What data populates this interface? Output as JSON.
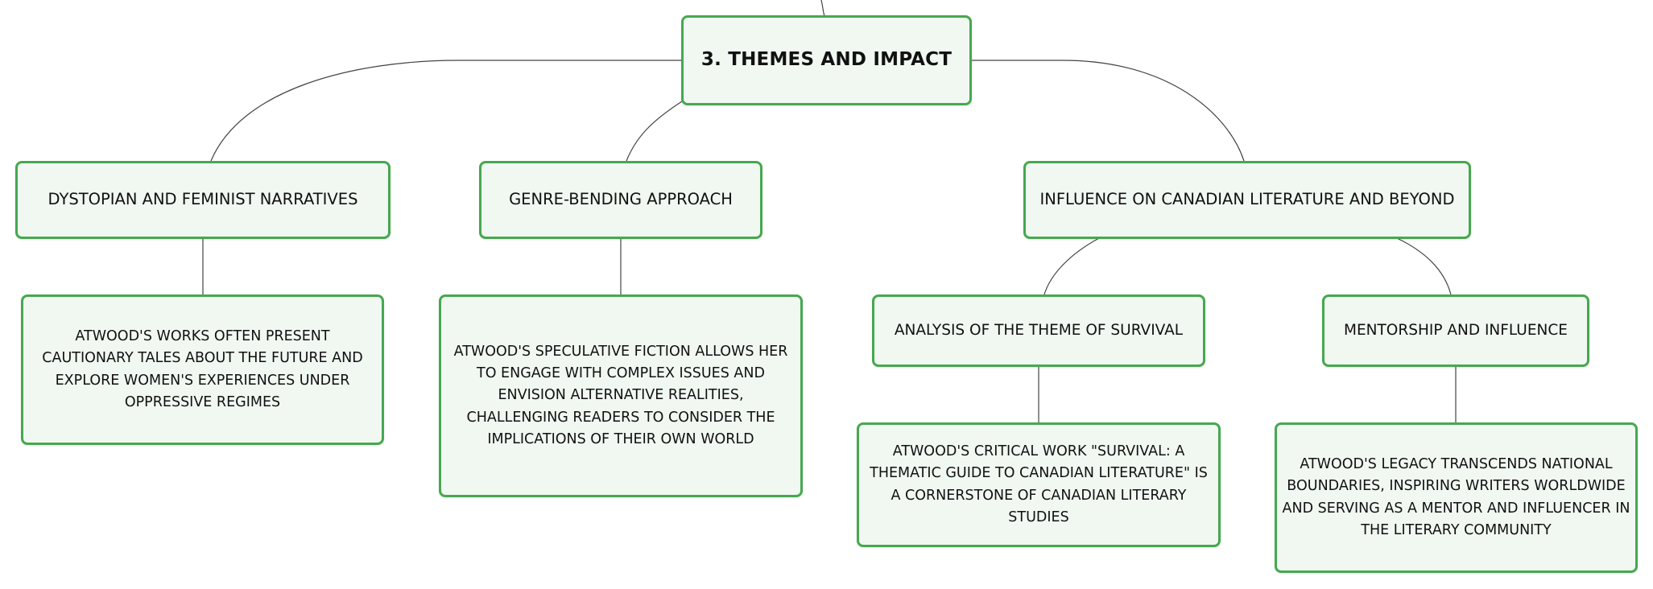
{
  "mindmap": {
    "root": {
      "label": "3. THEMES AND IMPACT"
    },
    "branches": [
      {
        "label": "DYSTOPIAN AND FEMINIST NARRATIVES",
        "detail": "ATWOOD'S WORKS OFTEN PRESENT CAUTIONARY TALES ABOUT THE FUTURE AND EXPLORE WOMEN'S EXPERIENCES UNDER OPPRESSIVE REGIMES"
      },
      {
        "label": "GENRE-BENDING APPROACH",
        "detail": "ATWOOD'S SPECULATIVE FICTION ALLOWS HER TO ENGAGE WITH COMPLEX ISSUES AND ENVISION ALTERNATIVE REALITIES, CHALLENGING READERS TO CONSIDER THE IMPLICATIONS OF THEIR OWN WORLD"
      },
      {
        "label": "INFLUENCE ON CANADIAN LITERATURE AND BEYOND",
        "children": [
          {
            "label": "ANALYSIS OF THE THEME OF SURVIVAL",
            "detail": "ATWOOD'S CRITICAL WORK \"SURVIVAL: A THEMATIC GUIDE TO CANADIAN LITERATURE\" IS A CORNERSTONE OF CANADIAN LITERARY STUDIES"
          },
          {
            "label": "MENTORSHIP AND INFLUENCE",
            "detail": "ATWOOD'S LEGACY TRANSCENDS NATIONAL BOUNDARIES, INSPIRING WRITERS WORLDWIDE AND SERVING AS A MENTOR AND INFLUENCER IN THE LITERARY COMMUNITY"
          }
        ]
      }
    ],
    "colors": {
      "node_border": "#46a84f",
      "node_fill": "#f1f8f2",
      "connector": "#444444"
    }
  }
}
